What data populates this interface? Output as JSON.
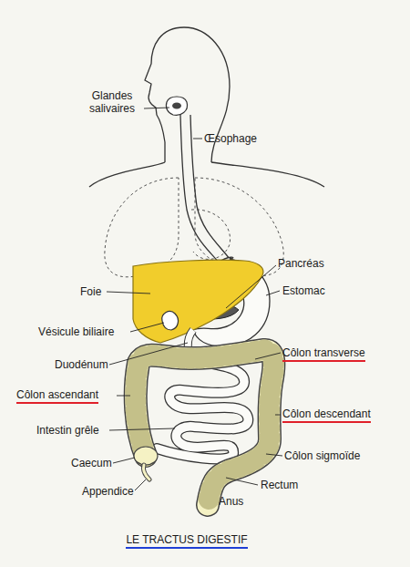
{
  "diagram": {
    "caption": "LE TRACTUS DIGESTIF",
    "labels": [
      "Glandes salivaires",
      "Œsophage",
      "Pancréas",
      "Foie",
      "Estomac",
      "Vésicule biliaire",
      "Duodénum",
      "Côlon transverse",
      "Côlon ascendant",
      "Côlon descendant",
      "Intestin grêle",
      "Côlon sigmoïde",
      "Caecum",
      "Rectum",
      "Appendice",
      "Anus"
    ]
  }
}
